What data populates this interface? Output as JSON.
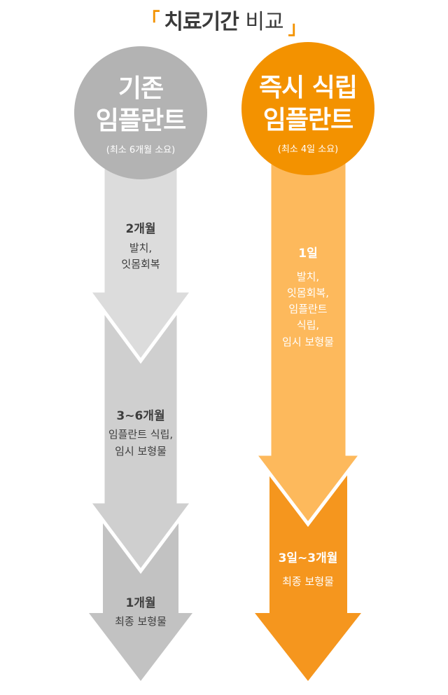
{
  "title": {
    "bracket_left": "「",
    "bold": "치료기간",
    "light": "비교",
    "bracket_right": "」"
  },
  "left_column": {
    "title_line1": "기존",
    "title_line2": "임플란트",
    "subtitle": "(최소 6개월 소요)",
    "stages": [
      {
        "duration": "2개월",
        "line1": "발치,",
        "line2": "잇몸회복"
      },
      {
        "duration": "3~6개월",
        "line1": "임플란트 식립,",
        "line2": "임시 보형물"
      },
      {
        "duration": "1개월",
        "line1": "최종 보형물"
      }
    ]
  },
  "right_column": {
    "title_line1": "즉시 식립",
    "title_line2": "임플란트",
    "subtitle": "(최소 4일 소요)",
    "stages": [
      {
        "duration": "1일",
        "line1": "발치,",
        "line2": "잇몸회복,",
        "line3": "임플란트",
        "line4": "식립,",
        "line5": "임시 보형물"
      },
      {
        "duration": "3일~3개월",
        "line1": "최종 보형물"
      }
    ]
  },
  "colors": {
    "title_bracket": "#f39200",
    "left_circle": "#b3b3b3",
    "left_arrow_1": "#dcdcdc",
    "left_arrow_2": "#cfcfcf",
    "left_arrow_3": "#c2c2c2",
    "right_circle": "#f39200",
    "right_arrow_1": "#fdb95c",
    "right_arrow_2": "#f5961e"
  }
}
